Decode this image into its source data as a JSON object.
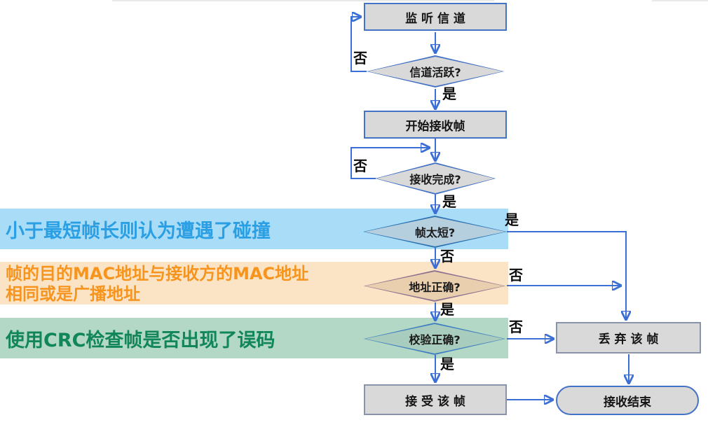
{
  "nodes": {
    "listen_channel": "监 听 信 道",
    "channel_active": "信道活跃?",
    "start_receive": "开始接收帧",
    "receive_done": "接收完成?",
    "frame_too_short": "帧太短?",
    "address_correct": "地址正确?",
    "crc_correct": "校验正确?",
    "accept_frame": "接 受 该 帧",
    "discard_frame": "丢 弃 该 帧",
    "receive_end": "接收结束"
  },
  "edge_labels": {
    "channel_active_no": "否",
    "channel_active_yes": "是",
    "receive_done_no": "否",
    "receive_done_yes": "是",
    "frame_too_short_yes": "是",
    "frame_too_short_no": "否",
    "address_correct_no": "否",
    "address_correct_yes": "是",
    "crc_correct_no": "否",
    "crc_correct_yes": "是"
  },
  "annotations": {
    "collision": {
      "text": "小于最短帧长则认为遭遇了碰撞"
    },
    "mac": {
      "line1": "帧的目的MAC地址与接收方的MAC地址",
      "line2": "相同或是广播地址"
    },
    "crc": {
      "text": "使用CRC检查帧是否出现了误码"
    }
  },
  "colors": {
    "arrow": "#3c6fd6",
    "node_fill": "#d9d9d9",
    "node_border_blue": "#4472c4",
    "node_border_gray": "#8794aa",
    "diamond_short_fill": "#b6cfdf",
    "diamond_short_border": "#2e74b5",
    "diamond_addr_fill": "#e9cfae",
    "diamond_addr_border": "#8c7290",
    "diamond_crc_fill": "#a8ccbd",
    "band_blue_bg": "#a9dcf7",
    "band_blue_text": "#2b9fe4",
    "band_orange_bg": "#fbe4c5",
    "band_orange_text": "#f7941e",
    "band_green_bg": "#b3d8c5",
    "band_green_text": "#11865a"
  }
}
